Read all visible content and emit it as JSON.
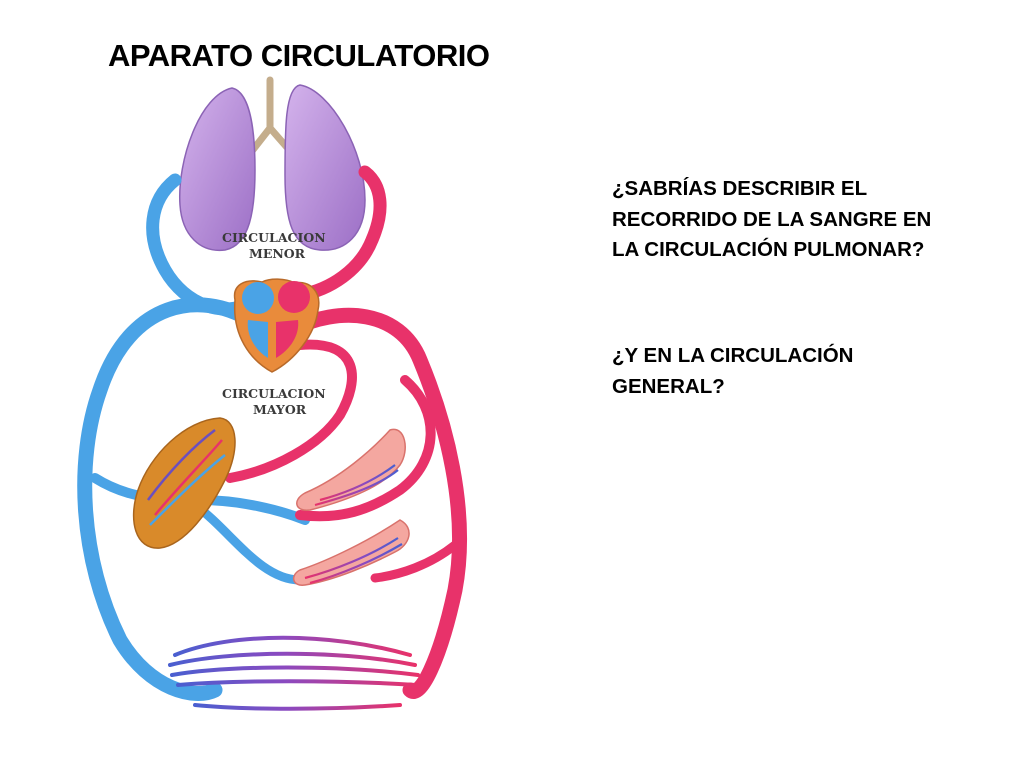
{
  "title": "APARATO CIRCULATORIO",
  "diagram": {
    "label_pulmonary": [
      "CIRCULACION",
      "MENOR"
    ],
    "label_systemic": [
      "CIRCULACION",
      "MAYOR"
    ],
    "colors": {
      "venous_blue": "#4aa3e6",
      "arterial_red": "#e8326a",
      "lungs": "#b58ad6",
      "liver": "#d98a2a",
      "heart": "#e98b3b"
    }
  },
  "questions": [
    "¿SABRÍAS DESCRIBIR EL RECORRIDO DE LA SANGRE EN LA CIRCULACIÓN PULMONAR?",
    "¿Y EN LA CIRCULACIÓN GENERAL?"
  ]
}
